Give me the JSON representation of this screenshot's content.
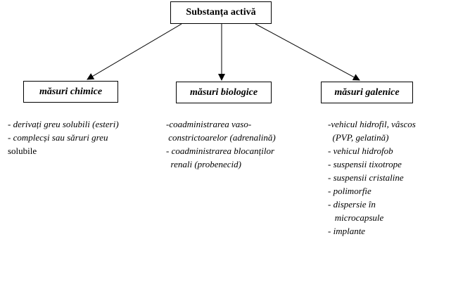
{
  "diagram": {
    "root": {
      "label": "Substanța activă"
    },
    "branches": [
      {
        "label": "măsuri chimice",
        "items": [
          {
            "text": "- derivați greu solubili (esteri)",
            "italic": true
          },
          {
            "text": "- complecși sau săruri greu",
            "italic": true
          },
          {
            "text": "solubile",
            "italic": false
          }
        ]
      },
      {
        "label": "măsuri biologice",
        "items": [
          {
            "text": "-coadministrarea vaso-",
            "italic": true
          },
          {
            "text": " constrictoarelor (adrenalină)",
            "italic": true
          },
          {
            "text": "- coadministrarea blocanților",
            "italic": true
          },
          {
            "text": "  renali (probenecid)",
            "italic": true
          }
        ]
      },
      {
        "label": "măsuri galenice",
        "items": [
          {
            "text": "-vehicul hidrofil, vâscos",
            "italic": true
          },
          {
            "text": "  (PVP, gelatină)",
            "italic": true
          },
          {
            "text": "- vehicul hidrofob",
            "italic": true
          },
          {
            "text": "- suspensii tixotrope",
            "italic": true
          },
          {
            "text": "- suspensii cristaline",
            "italic": true
          },
          {
            "text": "- polimorfie",
            "italic": true
          },
          {
            "text": "- dispersie în",
            "italic": true
          },
          {
            "text": "   microcapsule",
            "italic": true
          },
          {
            "text": "- implante",
            "italic": true
          }
        ]
      }
    ]
  }
}
